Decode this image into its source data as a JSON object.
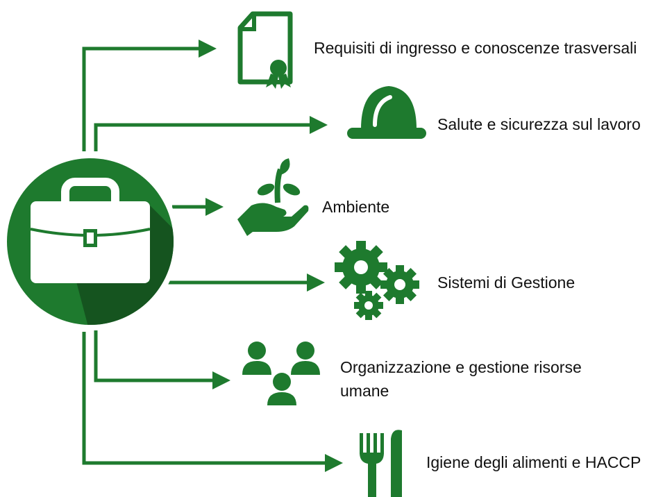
{
  "colors": {
    "primary": "#1e7a2e",
    "dark": "#15541f",
    "icon_fill": "#ffffff"
  },
  "center": {
    "icon": "briefcase-icon"
  },
  "items": [
    {
      "icon": "certificate-icon",
      "label": "Requisiti di ingresso e conoscenze trasversali"
    },
    {
      "icon": "hard-hat-icon",
      "label": "Salute e sicurezza sul lavoro"
    },
    {
      "icon": "plant-in-hand-icon",
      "label": "Ambiente"
    },
    {
      "icon": "gears-icon",
      "label": "Sistemi di Gestione"
    },
    {
      "icon": "people-icon",
      "label": "Organizzazione e gestione risorse umane"
    },
    {
      "icon": "fork-knife-icon",
      "label": "Igiene degli alimenti e HACCP"
    }
  ]
}
